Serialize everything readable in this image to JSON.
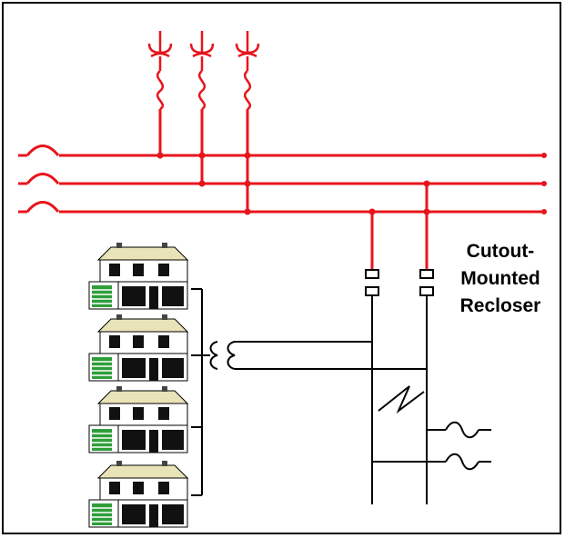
{
  "diagram": {
    "label_lines": [
      "Cutout-",
      "Mounted",
      "Recloser"
    ],
    "colors": {
      "primary_line": "#e8141c",
      "secondary_line": "#000000",
      "house_roof": "#e9e3b8",
      "house_wall": "#ffffff",
      "house_garage": "#2f9e3a"
    },
    "houses": [
      {
        "icon": "house-icon"
      },
      {
        "icon": "house-icon"
      },
      {
        "icon": "house-icon"
      },
      {
        "icon": "house-icon"
      }
    ]
  }
}
